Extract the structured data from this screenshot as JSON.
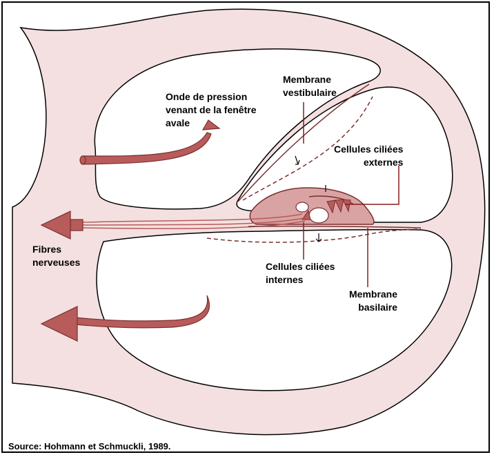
{
  "labels": {
    "pressure_wave": "Onde de pression\nvenant de la fenêtre\navale",
    "vestibular_membrane": "Membrane\nvestibulaire",
    "outer_hair_cells": "Cellules ciliées\nexternes",
    "nerve_fibers": "Fibres\nnerveuses",
    "inner_hair_cells": "Cellules ciliées\ninternes",
    "basilar_membrane": "Membrane\nbasilaire"
  },
  "source": "Source: Hohmann et Schmuckli, 1989.",
  "colors": {
    "wall_fill": "#f4e0e0",
    "tissue_outline": "#7a2e2e",
    "arrow_fill": "#b75b5b",
    "organ_fill": "#d9a3a3",
    "leader_line": "#8b1a1a"
  }
}
